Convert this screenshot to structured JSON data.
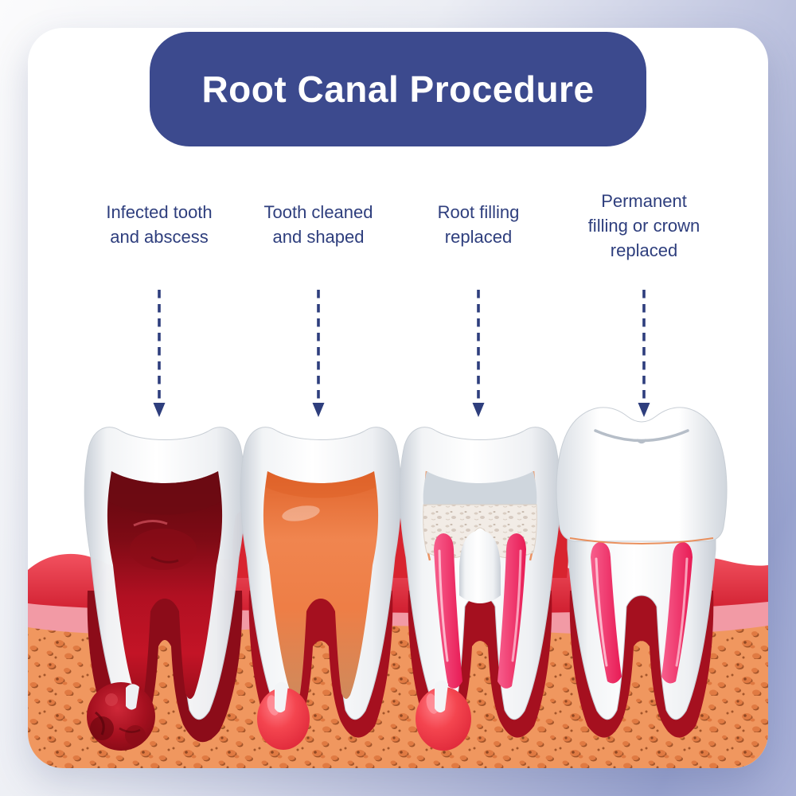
{
  "title": {
    "text": "Root Canal Procedure"
  },
  "steps": [
    {
      "label": "Infected tooth and abscess",
      "lines": [
        "Infected tooth",
        "and abscess"
      ]
    },
    {
      "label": "Tooth cleaned and shaped",
      "lines": [
        "Tooth cleaned",
        "and shaped"
      ]
    },
    {
      "label": "Root filling replaced",
      "lines": [
        "Root filling",
        "replaced"
      ]
    },
    {
      "label": "Permanent filling or crown replaced",
      "lines": [
        "Permanent",
        "filling or crown",
        "replaced"
      ]
    }
  ],
  "colors": {
    "background_gradient_start": "#fbfbfc",
    "background_gradient_end": "#9aa4d0",
    "card": "#ffffff",
    "title_bg": "#3c4a8e",
    "title_text": "#ffffff",
    "label_text": "#2e3e7d",
    "arrow": "#2e3e7d",
    "gum_red": "#e0313f",
    "gum_pink": "#f29aa5",
    "bone": "#f0975f",
    "infected_pulp": "#9c0e1c",
    "cleaned_filling": "#ef8149",
    "temporary_filling_gray": "#cfd6dd",
    "sealing_material_white": "#f2ece6",
    "root_filling_pink": "#e81b55",
    "tooth_enamel": "#ffffff",
    "socket_dark_red": "#a5101f"
  }
}
